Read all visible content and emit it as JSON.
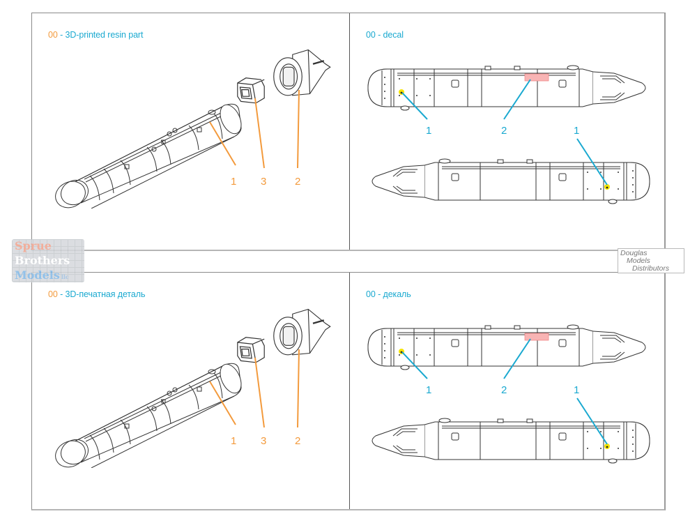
{
  "colors": {
    "label_number": "#f39a3c",
    "label_text": "#1aa9d0",
    "callout_orange": "#f39a3c",
    "callout_blue": "#1aa9d0",
    "decal_highlight": "#f5e400",
    "stencil_red": "#f08080"
  },
  "panels": {
    "top_left": {
      "number": "00",
      "title": " - 3D-printed resin part",
      "callouts": [
        "1",
        "3",
        "2"
      ]
    },
    "top_right": {
      "title": "00 - decal",
      "callouts_upper": [
        "1",
        "2"
      ],
      "callouts_lower": [
        "1"
      ]
    },
    "bottom_left": {
      "number": "00",
      "title": " - 3D-печатная деталь",
      "callouts": [
        "1",
        "3",
        "2"
      ]
    },
    "bottom_right": {
      "title": "00 - декаль",
      "callouts_upper": [
        "1",
        "2"
      ],
      "callouts_lower": [
        "1"
      ]
    }
  },
  "watermarks": {
    "left": [
      "Sprue",
      "Brothers",
      "Models",
      "llc"
    ],
    "right": [
      "Douglas",
      "Models",
      "Distributors"
    ]
  }
}
